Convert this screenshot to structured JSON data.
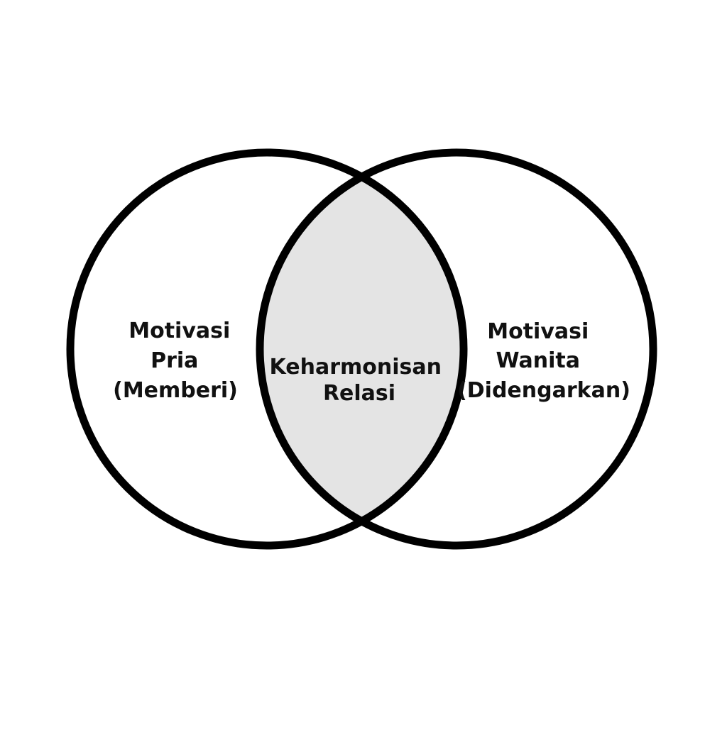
{
  "diagram": {
    "type": "venn",
    "colors": {
      "background": "#ffffff",
      "outline": "#000000",
      "intersection_fill": "#e4e4e4",
      "text": "#111111"
    },
    "left_set": {
      "lines": [
        "Motivasi",
        "Pria",
        "(Memberi)"
      ]
    },
    "right_set": {
      "lines": [
        "Motivasi",
        "Wanita",
        "(Didengarkan)"
      ]
    },
    "intersection": {
      "lines": [
        "Keharmonisan",
        "Relasi"
      ]
    }
  }
}
